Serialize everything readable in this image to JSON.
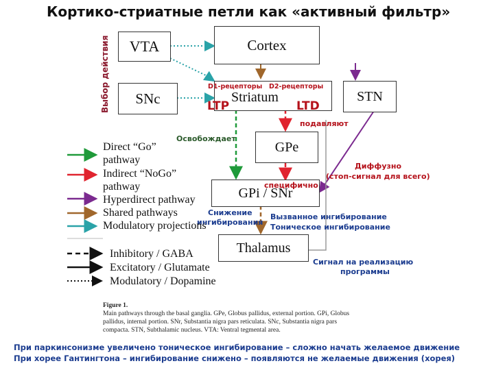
{
  "title": "Кортико-стриатные петли как «активный фильтр»",
  "side_label": "Выбор действия",
  "boxes": {
    "vta": "VTA",
    "cortex": "Cortex",
    "snc": "SNc",
    "striatum": "Striatum",
    "stn": "STN",
    "gpe": "GPe",
    "gpi": "GPi / SNr",
    "thalamus": "Thalamus"
  },
  "annotations": {
    "d1": "D1-рецепторы",
    "d2": "D2-рецепторы",
    "ltp": "LTP",
    "ltd": "LTD",
    "suppress": "подавляют",
    "release": "Освобождает",
    "diffuse": "Диффузно",
    "stop_signal": "(стоп-сигнал для всего)",
    "specific": "специфично",
    "decrease": "Снижение",
    "inhibition": "ингибирования",
    "evoked": "Вызванное ингибирование",
    "tonic": "Тоническое ингибирование",
    "signal1": "Сигнал на реализацию",
    "signal2": "программы"
  },
  "legend": {
    "pathways": [
      {
        "label": "Direct “Go”",
        "label2": "pathway",
        "color": "#1f9a3a"
      },
      {
        "label": "Indirect “NoGo”",
        "label2": "pathway",
        "color": "#e0242f"
      },
      {
        "label": "Hyperdirect pathway",
        "label2": "",
        "color": "#7b2a8f"
      },
      {
        "label": "Shared pathways",
        "label2": "",
        "color": "#a0672c"
      },
      {
        "label": "Modulatory projections",
        "label2": "",
        "color": "#2aa3a8"
      }
    ],
    "line_types": [
      {
        "label": "Inhibitory / GABA",
        "style": "dashed"
      },
      {
        "label": "Excitatory / Glutamate",
        "style": "solid"
      },
      {
        "label": "Modulatory / Dopamine",
        "style": "dotted"
      }
    ]
  },
  "figure": {
    "label": "Figure 1.",
    "lines": [
      "Main pathways through the basal ganglia. GPe, Globus pallidus, external portion. GPi, Globus",
      "pallidus, internal portion. SNr, Substantia nigra pars reticulata. SNc, Substantia nigra pars",
      "compacta. STN, Subthalamic nucleus. VTA: Ventral tegmental area."
    ]
  },
  "bottom": [
    "При паркинсонизме увеличено тоническое ингибирование – сложно начать желаемое движение",
    "При хорее Гантингтона – ингибирование снижено – появляются не желаемые движения (хорея)"
  ],
  "colors": {
    "green": "#1f9a3a",
    "red": "#e0242f",
    "purple": "#7b2a8f",
    "brown": "#a0672c",
    "teal": "#2aa3a8",
    "ann_red": "#b5121b",
    "ann_blue": "#1b3c8f"
  }
}
